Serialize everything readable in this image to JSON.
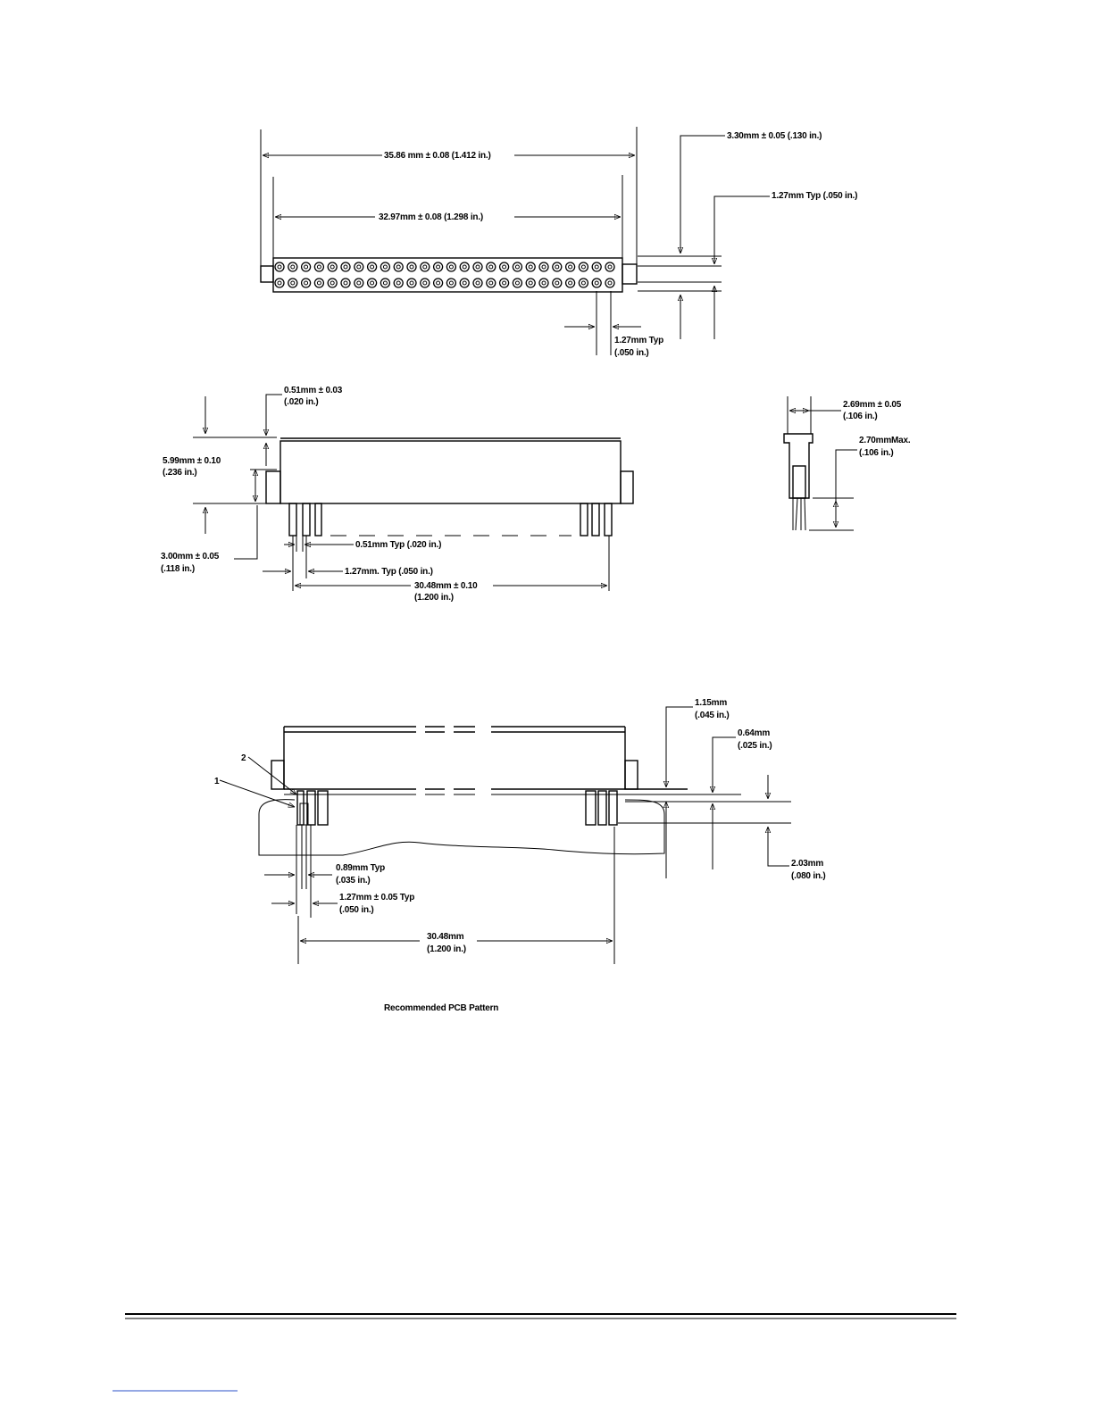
{
  "top_view": {
    "overall_width": "35.86 mm ± 0.08 (1.412 in.)",
    "inner_width": "32.97mm ± 0.08 (1.298 in.)",
    "row_offset": "3.30mm ± 0.05 (.130 in.)",
    "row_pitch": "1.27mm Typ (.050 in.)",
    "pin_pitch_line1": "1.27mm Typ",
    "pin_pitch_line2": "(.050 in.)"
  },
  "side_view": {
    "body_lip_line1": "0.51mm ± 0.03",
    "body_lip_line2": "(.020 in.)",
    "body_height_line1": "5.99mm ± 0.10",
    "body_height_line2": "(.236 in.)",
    "pin_length_line1": "3.00mm ± 0.05",
    "pin_length_line2": "(.118 in.)",
    "pin_width": "0.51mm Typ (.020 in.)",
    "pin_pitch": "1.27mm. Typ (.050 in.)",
    "pin_span_line1": "30.48mm ± 0.10",
    "pin_span_line2": "(1.200 in.)"
  },
  "end_view": {
    "width_line1": "2.69mm ± 0.05",
    "width_line2": "(.106 in.)",
    "pin_height_line1": "2.70mmMax.",
    "pin_height_line2": "(.106 in.)"
  },
  "pcb_view": {
    "pad_a_line1": "1.15mm",
    "pad_a_line2": "(.045 in.)",
    "pad_b_line1": "0.64mm",
    "pad_b_line2": "(.025 in.)",
    "row_spacing_line1": "2.03mm",
    "row_spacing_line2": "(.080 in.)",
    "hole_dia_line1": "0.89mm Typ",
    "hole_dia_line2": "(.035 in.)",
    "hole_pitch_line1": "1.27mm ± 0.05 Typ",
    "hole_pitch_line2": "(.050 in.)",
    "span_line1": "30.48mm",
    "span_line2": "(1.200 in.)",
    "callout_1": "1",
    "callout_2": "2",
    "caption": "Recommended PCB Pattern"
  }
}
